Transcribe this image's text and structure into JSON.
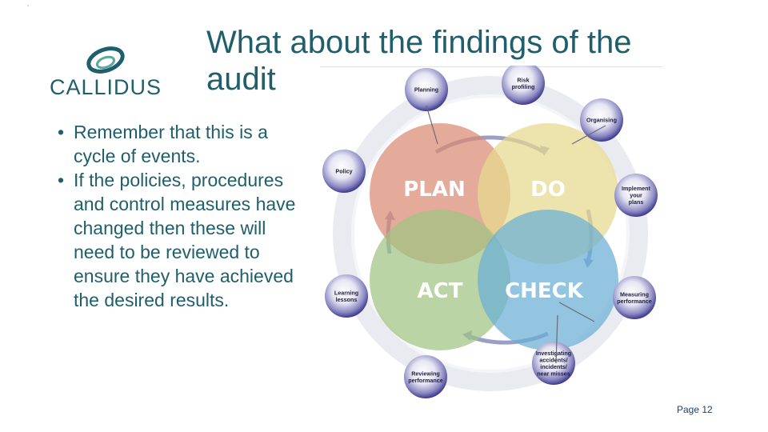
{
  "logo": {
    "text": "CALLIDUS"
  },
  "title": "What about the findings of the audit",
  "bullets": [
    "Remember that this is a cycle of events.",
    "If the policies, procedures and control measures have changed then these will need to be reviewed to ensure they have achieved the desired results."
  ],
  "diagram": {
    "circles": [
      {
        "label": "PLAN",
        "color": "#d98a73"
      },
      {
        "label": "DO",
        "color": "#e6d98e"
      },
      {
        "label": "ACT",
        "color": "#9fc482"
      },
      {
        "label": "CHECK",
        "color": "#6aaed6"
      }
    ],
    "nodes": [
      {
        "lines": [
          "Planning"
        ]
      },
      {
        "lines": [
          "Risk",
          "profiling"
        ]
      },
      {
        "lines": [
          "Organising"
        ]
      },
      {
        "lines": [
          "Implement",
          "your",
          "plans"
        ]
      },
      {
        "lines": [
          "Measuring",
          "performance"
        ]
      },
      {
        "lines": [
          "Investigating",
          "accidents/",
          "incidents/",
          "near misses"
        ]
      },
      {
        "lines": [
          "Reviewing",
          "performance"
        ]
      },
      {
        "lines": [
          "Learning",
          "lessons"
        ]
      },
      {
        "lines": [
          "Policy"
        ]
      }
    ]
  },
  "footer": {
    "page": "Page 12"
  },
  "colors": {
    "text": "#1f5f6b",
    "page_number": "#1f3f7a",
    "node": "#3d3b8e"
  }
}
